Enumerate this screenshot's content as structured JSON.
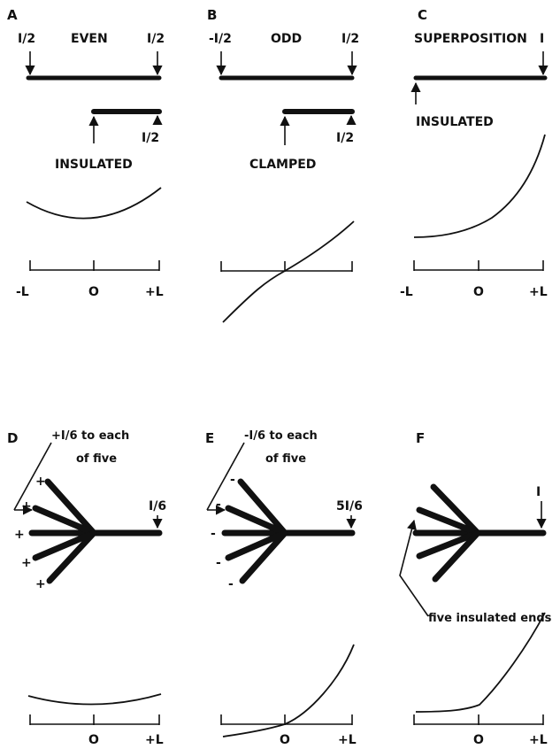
{
  "panels": {
    "A": {
      "letter": "A",
      "title": "EVEN",
      "left_current": "I/2",
      "right_current": "I/2",
      "sub_current": "I/2",
      "sub_label": "INSULATED",
      "ticks": [
        "-L",
        "O",
        "+L"
      ]
    },
    "B": {
      "letter": "B",
      "title": "ODD",
      "left_current": "-I/2",
      "right_current": "I/2",
      "sub_current": "I/2",
      "sub_label": "CLAMPED"
    },
    "C": {
      "letter": "C",
      "title": "SUPERPOSITION",
      "right_current": "I",
      "sub_label": "INSULATED",
      "ticks": [
        "-L",
        "O",
        "+L"
      ]
    },
    "D": {
      "letter": "D",
      "note_line1": "+I/6 to each",
      "note_line2": "of five",
      "right_current": "I/6",
      "signs": [
        "+",
        "+",
        "+",
        "+",
        "+"
      ],
      "ticks": [
        "O",
        "+L"
      ]
    },
    "E": {
      "letter": "E",
      "note_line1": "-I/6 to each",
      "note_line2": "of five",
      "right_current": "5I/6",
      "signs": [
        "-",
        "-",
        "-",
        "-",
        "-"
      ],
      "ticks": [
        "O",
        "+L"
      ]
    },
    "F": {
      "letter": "F",
      "right_current": "I",
      "note": "five insulated ends",
      "ticks": [
        "O",
        "+L"
      ]
    }
  },
  "colors": {
    "ink": "#111111",
    "paper": "#ffffff"
  }
}
